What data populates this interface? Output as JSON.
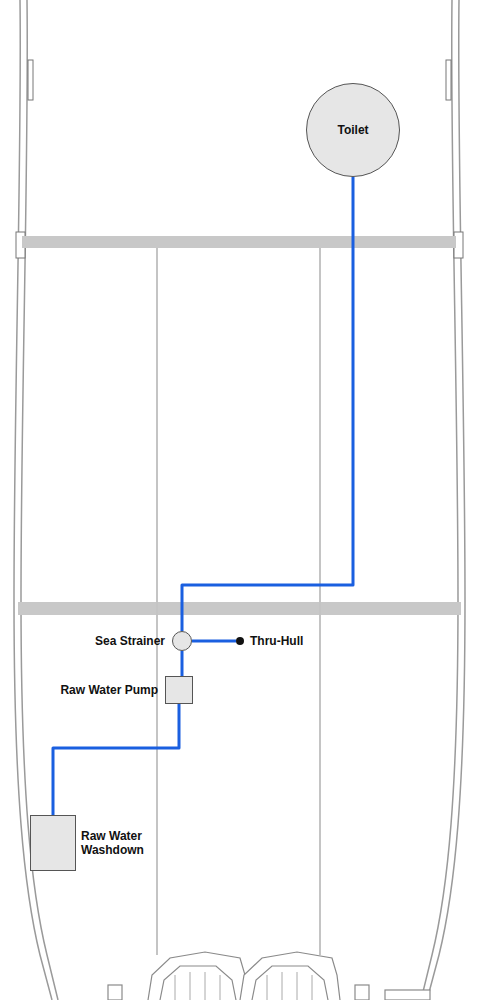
{
  "diagram": {
    "nodes": [
      {
        "text": [
          "Toilet"
        ]
      },
      {
        "text": [
          "Sea Strainer"
        ]
      },
      {
        "text": [
          "Thru-Hull"
        ]
      },
      {
        "text": [
          "Raw Water Pump"
        ]
      },
      {
        "text": [
          "Raw Water Washdown"
        ]
      }
    ],
    "edges": [
      {
        "from": 0,
        "to": 1,
        "arrow": "none"
      },
      {
        "from": 1,
        "to": 2,
        "arrow": "none"
      },
      {
        "from": 1,
        "to": 3,
        "arrow": "none"
      },
      {
        "from": 3,
        "to": 4,
        "arrow": "none"
      }
    ]
  }
}
